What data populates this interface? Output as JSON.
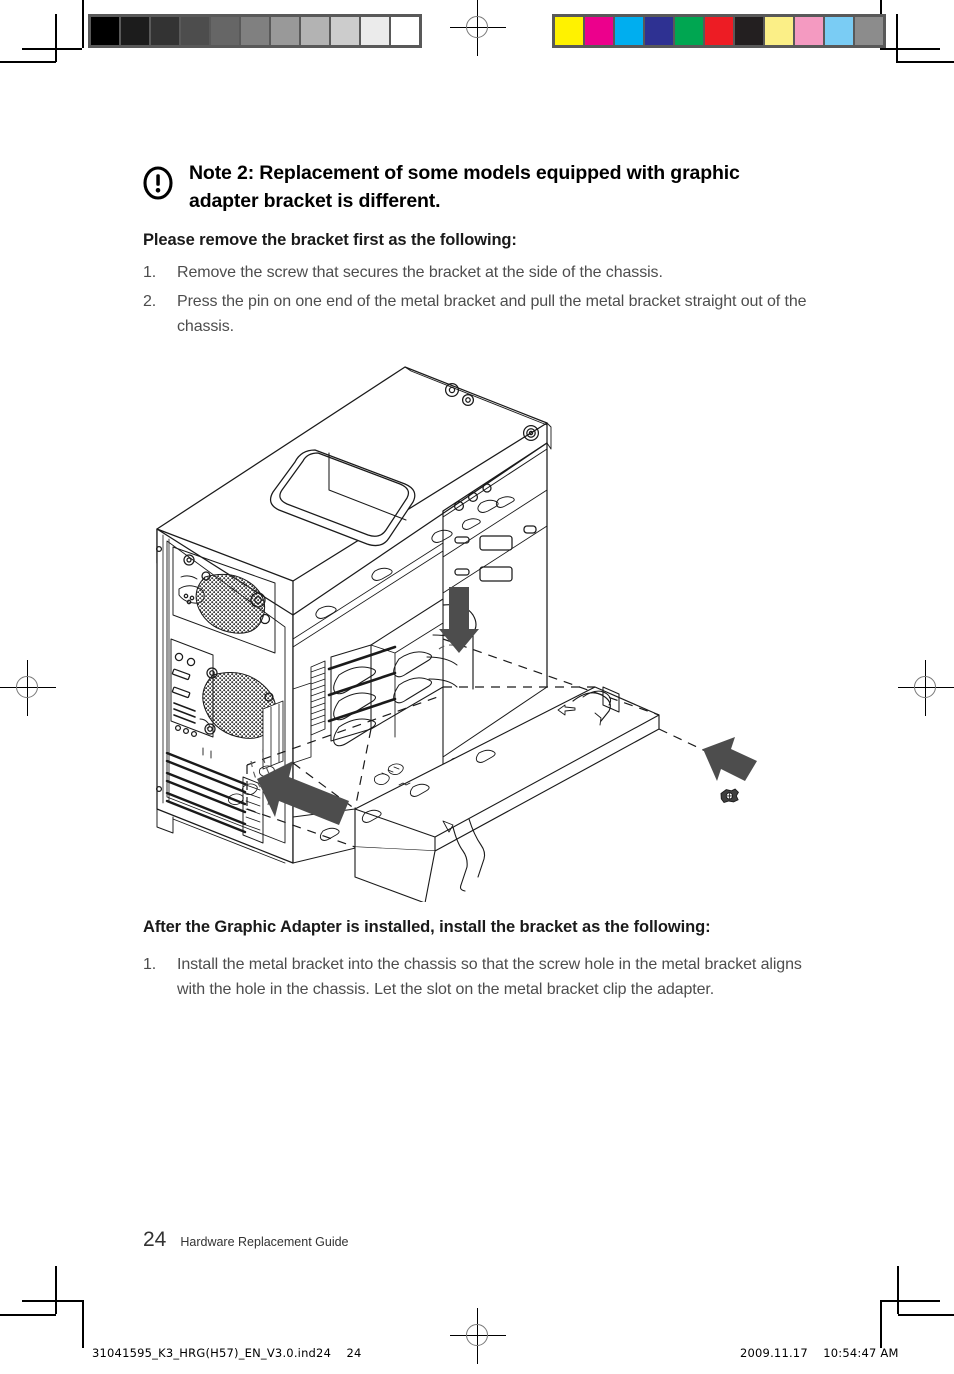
{
  "page": {
    "number": "24",
    "footer_label": "Hardware Replacement Guide",
    "plate_left": "31041595_K3_HRG(H57)_EN_V3.0.ind24    24",
    "plate_right": "2009.11.17    10:54:47 AM"
  },
  "note": {
    "icon": "exclamation-circle-icon",
    "title": "Note 2: Replacement of some models equipped with graphic adapter bracket is different."
  },
  "section_remove": {
    "lead": "Please remove the bracket first as the following:",
    "steps": [
      {
        "num": "1.",
        "text": "Remove the screw that secures the bracket at the side of the chassis."
      },
      {
        "num": "2.",
        "text": "Press the pin on one end of the metal bracket and pull the metal bracket straight out of the chassis."
      }
    ]
  },
  "section_install": {
    "lead": "After the Graphic Adapter is installed, install the bracket as the following:",
    "steps": [
      {
        "num": "1.",
        "text": "Install the metal bracket into the chassis so that the screw hole in the metal bracket aligns with the hole in the chassis. Let the slot on the metal bracket clip the adapter."
      }
    ]
  },
  "figure": {
    "caption": "Isometric line drawing of a computer tower chassis with the side panel removed, showing the metal graphic adapter bracket being pressed down and pulled straight out of the chassis, and the securing screw removed from the side of the chassis.",
    "arrow_color": "#4d4d4d",
    "line_color": "#1a1a1a"
  },
  "print_marks": {
    "grayscale_ramp": [
      "#000000",
      "#1c1c1c",
      "#333333",
      "#4d4d4d",
      "#666666",
      "#808080",
      "#999999",
      "#b3b3b3",
      "#cccccc",
      "#ebebeb",
      "#ffffff"
    ],
    "color_bar": [
      "#fff200",
      "#ec008c",
      "#00aeef",
      "#2e3192",
      "#00a651",
      "#ed1c24",
      "#231f20",
      "#fbef87",
      "#f49ac1",
      "#7accf4",
      "#8c8c8c"
    ],
    "bar_frame_color": "#595959"
  }
}
